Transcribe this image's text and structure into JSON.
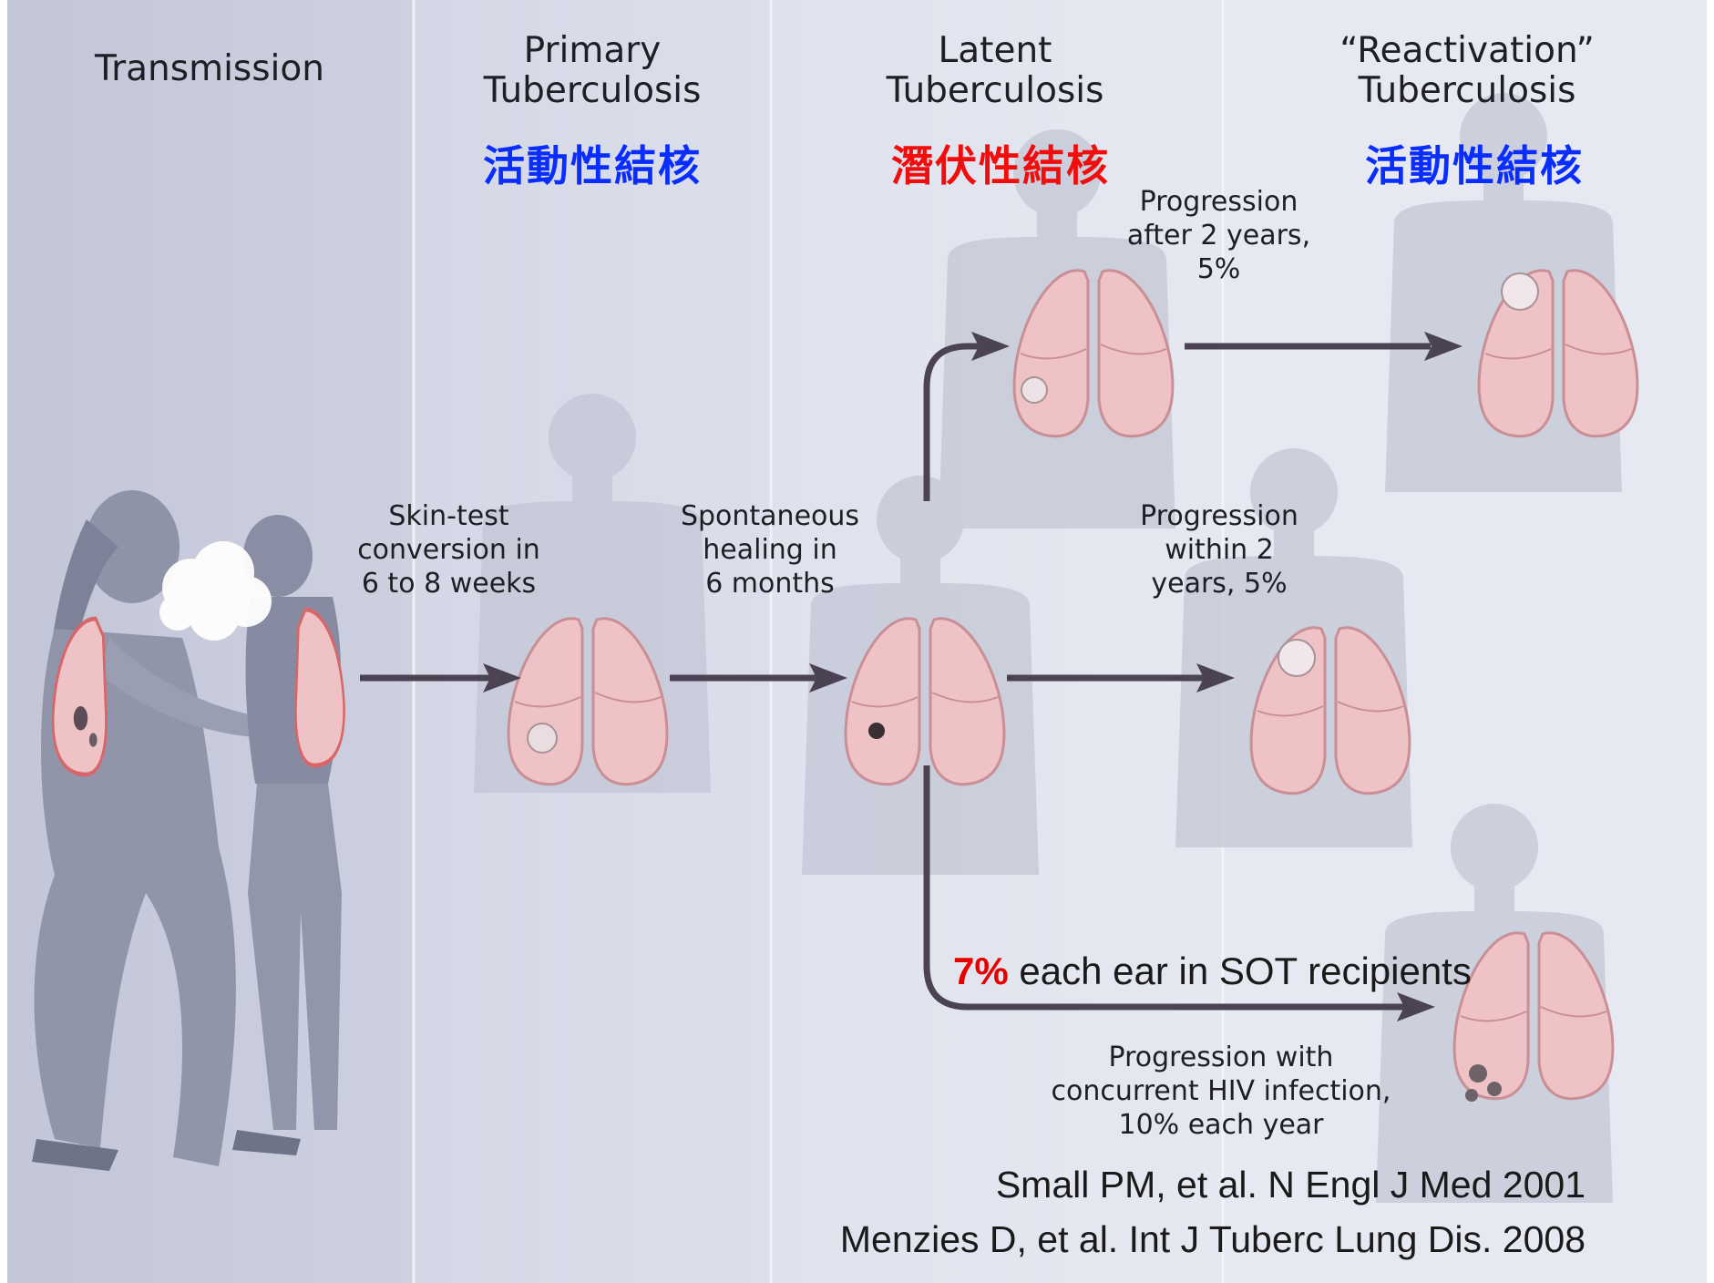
{
  "stages": [
    {
      "title": "Transmission",
      "cjk": "",
      "cjk_color": ""
    },
    {
      "title": "Primary\nTuberculosis",
      "cjk": "活動性結核",
      "cjk_color": "#0a2dff"
    },
    {
      "title": "Latent\nTuberculosis",
      "cjk": "潛伏性結核",
      "cjk_color": "#f20d0d"
    },
    {
      "title": "“Reactivation”\nTuberculosis",
      "cjk": "活動性結核",
      "cjk_color": "#0a2dff"
    }
  ],
  "transitions": {
    "skin_test": "Skin-test\nconversion in\n6 to 8 weeks",
    "spontaneous": "Spontaneous\nhealing in\n6 months",
    "after_2_years": "Progression\nafter 2 years,\n5%",
    "within_2_years": "Progression\nwithin 2\nyears, 5%",
    "hiv": "Progression with\nconcurrent HIV infection,\n10% each year"
  },
  "sot_note": {
    "highlight": "7%",
    "highlight_color": "#e60000",
    "text": " each ear in SOT recipients"
  },
  "references": [
    "Small PM, et al. N Engl J Med 2001",
    "Menzies D, et al. Int J Tuberc Lung Dis. 2008"
  ],
  "colors": {
    "panel_dark": "#c4c8d8",
    "panel_light": "#d9dce9",
    "arrow": "#4b4253",
    "lung": "#eebfc2",
    "silhouette": "#b8bccc"
  }
}
